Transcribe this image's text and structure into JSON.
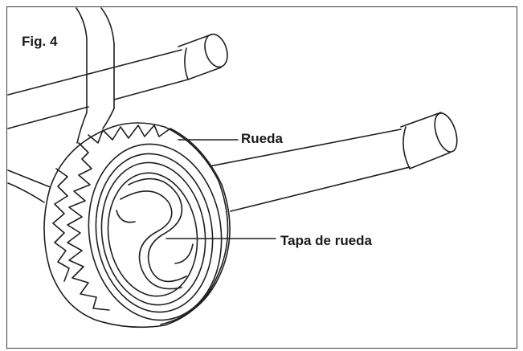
{
  "figure": {
    "label": "Fig. 4"
  },
  "callouts": {
    "wheel": "Rueda",
    "wheel_cap": "Tapa de rueda"
  },
  "colors": {
    "line": "#1f1f1f",
    "background": "#ffffff"
  }
}
